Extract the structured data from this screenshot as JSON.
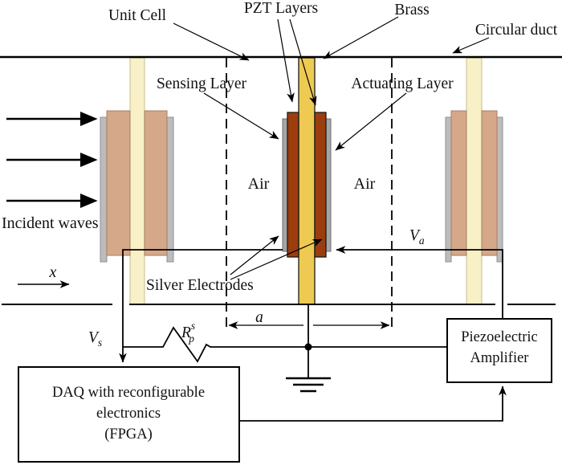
{
  "figure": {
    "type": "schematic-diagram",
    "labels": {
      "unit_cell": "Unit Cell",
      "pzt_layers": "PZT Layers",
      "brass": "Brass",
      "circular_duct": "Circular duct",
      "sensing_layer": "Sensing Layer",
      "actuating_layer": "Actuating Layer",
      "air_left": "Air",
      "air_right": "Air",
      "incident_waves": "Incident waves",
      "silver_electrodes": "Silver Electrodes"
    },
    "symbols": {
      "x_axis": "x",
      "a_dimension": "a",
      "v_a_base": "V",
      "v_a_sub": "a",
      "v_s_base": "V",
      "v_s_sub": "s",
      "r_p_base": "R",
      "r_p_sup": "s",
      "r_p_sub": "p"
    },
    "boxes": {
      "daq": {
        "line1": "DAQ with reconfigurable",
        "line2": "electronics",
        "line3": "(FPGA)"
      },
      "amplifier": {
        "line1": "Piezoelectric",
        "line2": "Amplifier"
      }
    },
    "colors": {
      "brass_active": "#eeca52",
      "pzt_active": "#9c3d0e",
      "electrode_active": "#a6a6a6",
      "brass_passive": "#f8f0c6",
      "pzt_passive": "#d6a88a",
      "electrode_passive": "#bcbcbc"
    }
  }
}
